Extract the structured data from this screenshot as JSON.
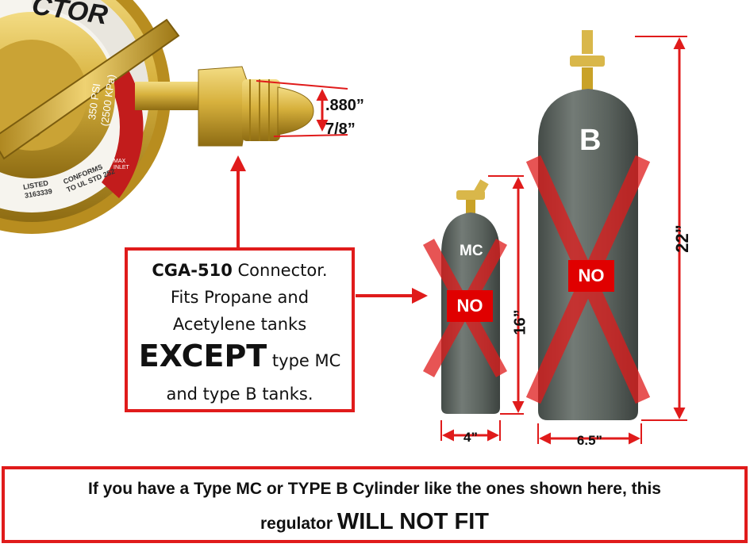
{
  "regulator": {
    "brand_partial": "CTOR",
    "gauge_rating_psi": "350 PSI",
    "gauge_rating_kpa": "(2500 KPa)",
    "max_inlet": "MAX INLET",
    "listing_line1": "LISTED",
    "listing_line2": "3163339",
    "conforms_line1": "CONFORMS",
    "conforms_line2": "TO UL STD 252"
  },
  "connector_dims": {
    "decimal": ".880”",
    "fraction": "7/8”"
  },
  "callout": {
    "line1_bold": "CGA-510",
    "line1_rest": " Connector.",
    "line2": "Fits Propane and",
    "line3": "Acetylene tanks",
    "except_word": "EXCEPT",
    "except_rest": " type MC",
    "line5": "and type B tanks."
  },
  "tank_mc": {
    "label": "MC",
    "no_badge": "NO",
    "height": "16”",
    "width": "4”"
  },
  "tank_b": {
    "label": "B",
    "no_badge": "NO",
    "height": "22”",
    "width": "6.5”"
  },
  "banner": {
    "line1": "If you have a Type MC or TYPE B Cylinder like the ones shown here, this",
    "line2_prefix": "regulator ",
    "line2_emphasis": "WILL NOT FIT"
  },
  "colors": {
    "accent_red": "#e01b1b",
    "brass": "#c9a227",
    "tank_gray": "#5d6560"
  }
}
